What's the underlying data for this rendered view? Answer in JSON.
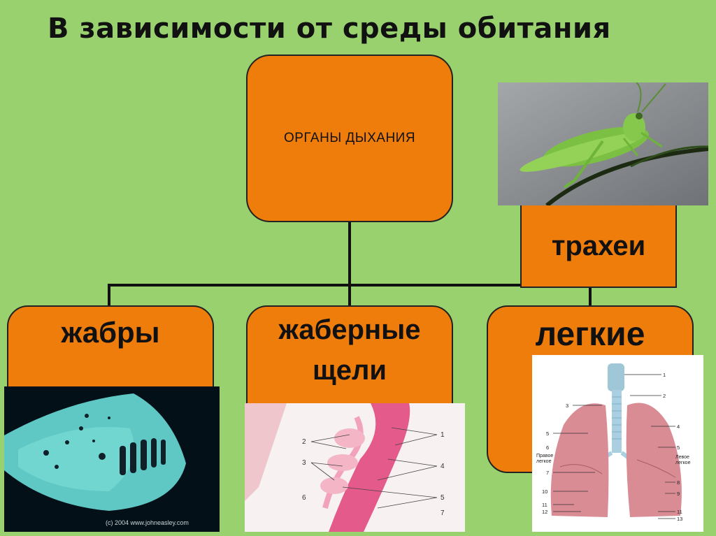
{
  "title": "В зависимости от среды обитания",
  "root_label": "ОРГАНЫ ДЫХАНИЯ",
  "nodes": {
    "gills": "жабры",
    "gill_slits_line1": "жаберные",
    "gill_slits_line2": "щели",
    "lungs": "легкие",
    "tracheae": "трахеи"
  },
  "images": {
    "manta_caption": "(c) 2004 www.johneasley.com",
    "slits_numbers": [
      "1",
      "2",
      "3",
      "4",
      "5",
      "6",
      "7"
    ],
    "lungs_numbers": [
      "1",
      "2",
      "3",
      "4",
      "5",
      "6",
      "7",
      "8",
      "9",
      "10",
      "11",
      "12",
      "13"
    ],
    "lungs_right_label_1": "Правое",
    "lungs_right_label_2": "легкое",
    "lungs_left_label_1": "Левое",
    "lungs_left_label_2": "легкое"
  },
  "colors": {
    "background": "#99d16f",
    "box_fill": "#ef7d0c",
    "lines": "#111111"
  },
  "icons": [
    "grasshopper-photo",
    "manta-ray-photo",
    "gill-slits-histology-image",
    "lungs-anatomy-diagram"
  ]
}
